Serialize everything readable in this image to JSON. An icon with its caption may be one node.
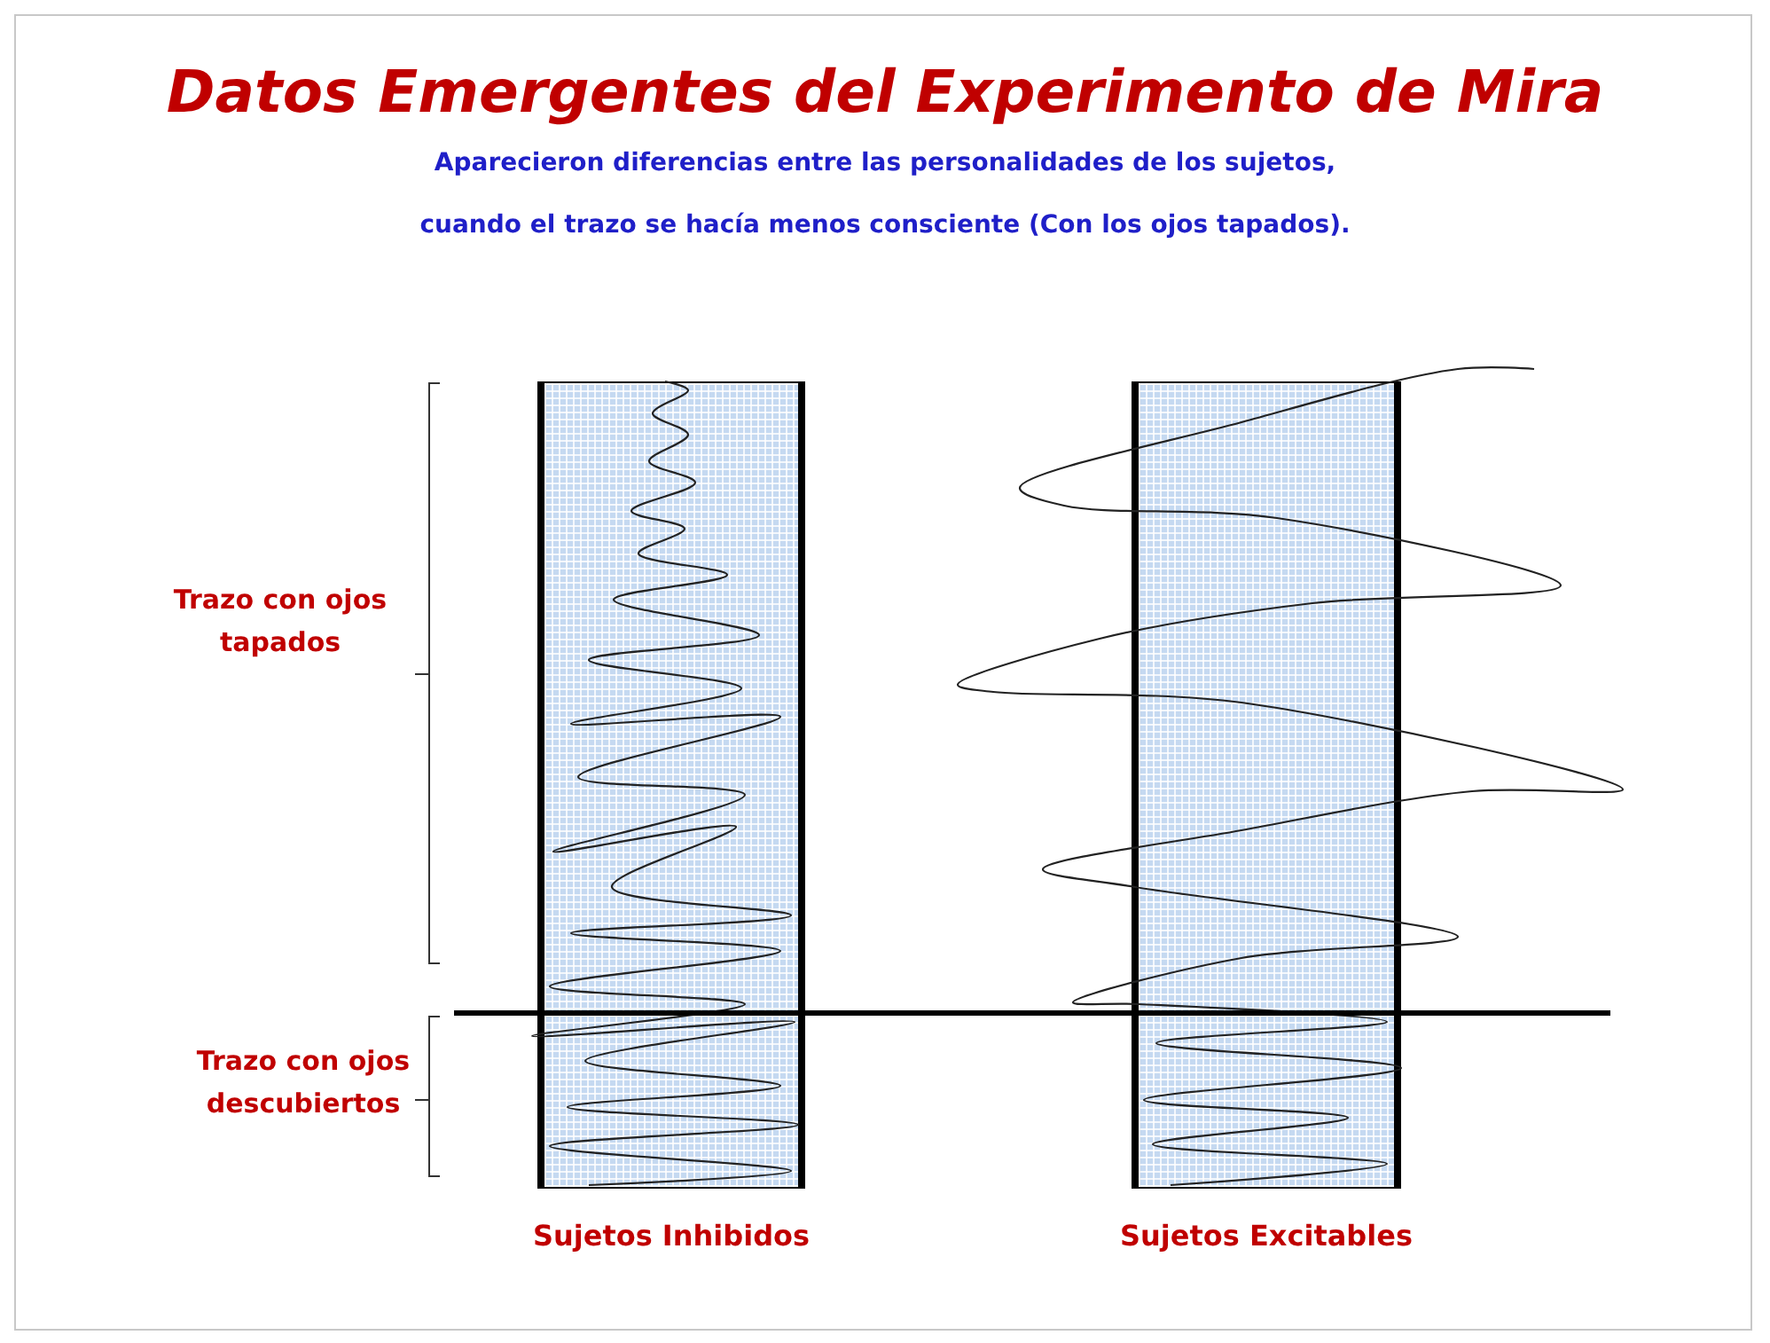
{
  "diagram": {
    "title": "Datos Emergentes del Experimento de Mira",
    "nodes": [
      {
        "text": [
          "Sujetos Inhibidos"
        ]
      },
      {
        "text": [
          "Sujetos Excitables"
        ]
      }
    ],
    "labels": [
      "Aparecieron diferencias entre las personalidades de los sujetos,",
      "cuando el trazo se hacía menos consciente (Con los ojos tapados).",
      "Trazo con ojos tapados",
      "Trazo con ojos descubiertos"
    ]
  }
}
